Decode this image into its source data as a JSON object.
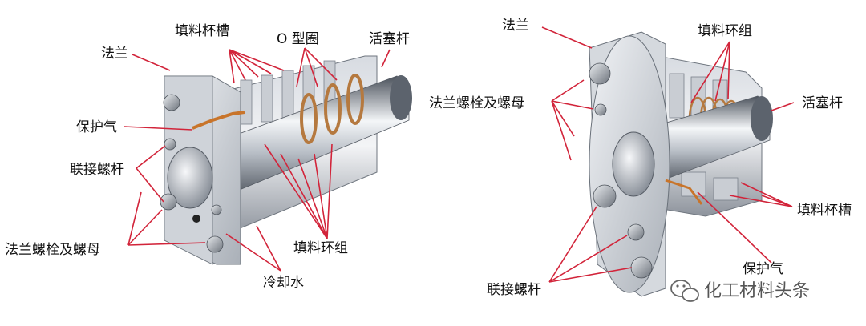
{
  "left_figure": {
    "labels": {
      "packing_groove": "填料杯槽",
      "o_ring": "O 型圈",
      "piston_rod": "活塞杆",
      "flange": "法兰",
      "shield_gas": "保护气",
      "connecting_bolt": "联接螺杆",
      "flange_bolt_nut": "法兰螺栓及螺母",
      "packing_ring_group": "填料环组",
      "cooling_water": "冷却水"
    }
  },
  "right_figure": {
    "labels": {
      "flange": "法兰",
      "packing_ring_group": "填料环组",
      "flange_bolt_nut": "法兰螺栓及螺母",
      "piston_rod": "活塞杆",
      "packing_groove": "填料杯槽",
      "shield_gas": "保护气",
      "connecting_bolt": "联接螺杆"
    }
  },
  "watermark": {
    "icon": "wechat-icon",
    "text": "化工材料头条"
  },
  "colors": {
    "leader_line": "#d2243a",
    "metal_light": "#e6e9ee",
    "metal_dark": "#5d6470",
    "shield_gas_tube": "#c8742a",
    "spring_copper": "#b5793f"
  }
}
